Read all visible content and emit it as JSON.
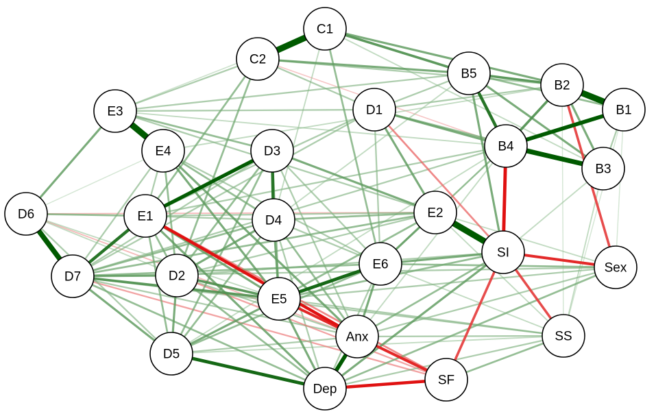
{
  "colors": {
    "positive": "#1b7a1b",
    "positive_strong": "#005a00",
    "negative": "#e01010",
    "node_fill": "#ffffff",
    "node_stroke": "#000000"
  },
  "nodes": [
    {
      "id": "C1",
      "label": "C1"
    },
    {
      "id": "C2",
      "label": "C2"
    },
    {
      "id": "B5",
      "label": "B5"
    },
    {
      "id": "B2",
      "label": "B2"
    },
    {
      "id": "B1",
      "label": "B1"
    },
    {
      "id": "E3",
      "label": "E3"
    },
    {
      "id": "D1",
      "label": "D1"
    },
    {
      "id": "E4",
      "label": "E4"
    },
    {
      "id": "D3",
      "label": "D3"
    },
    {
      "id": "B4",
      "label": "B4"
    },
    {
      "id": "B3",
      "label": "B3"
    },
    {
      "id": "D6",
      "label": "D6"
    },
    {
      "id": "E1",
      "label": "E1"
    },
    {
      "id": "D4",
      "label": "D4"
    },
    {
      "id": "E2",
      "label": "E2"
    },
    {
      "id": "SI",
      "label": "SI"
    },
    {
      "id": "D7",
      "label": "D7"
    },
    {
      "id": "D2",
      "label": "D2"
    },
    {
      "id": "E6",
      "label": "E6"
    },
    {
      "id": "Sex",
      "label": "Sex"
    },
    {
      "id": "E5",
      "label": "E5"
    },
    {
      "id": "Anx",
      "label": "Anx"
    },
    {
      "id": "SS",
      "label": "SS"
    },
    {
      "id": "D5",
      "label": "D5"
    },
    {
      "id": "SF",
      "label": "SF"
    },
    {
      "id": "Dep",
      "label": "Dep"
    }
  ],
  "edges": [
    {
      "source": "C1",
      "target": "C2",
      "weight": 1.0,
      "sign": "+"
    },
    {
      "source": "B2",
      "target": "B1",
      "weight": 1.0,
      "sign": "+"
    },
    {
      "source": "E3",
      "target": "E4",
      "weight": 1.0,
      "sign": "+"
    },
    {
      "source": "E2",
      "target": "SI",
      "weight": 1.0,
      "sign": "+"
    },
    {
      "source": "D6",
      "target": "D7",
      "weight": 0.8,
      "sign": "+"
    },
    {
      "source": "B4",
      "target": "B3",
      "weight": 0.75,
      "sign": "+"
    },
    {
      "source": "B4",
      "target": "B1",
      "weight": 0.6,
      "sign": "+"
    },
    {
      "source": "Anx",
      "target": "Dep",
      "weight": 0.6,
      "sign": "+"
    },
    {
      "source": "D3",
      "target": "E1",
      "weight": 0.55,
      "sign": "+"
    },
    {
      "source": "E1",
      "target": "D7",
      "weight": 0.45,
      "sign": "+"
    },
    {
      "source": "E5",
      "target": "E6",
      "weight": 0.5,
      "sign": "+"
    },
    {
      "source": "D5",
      "target": "Dep",
      "weight": 0.5,
      "sign": "+"
    },
    {
      "source": "D3",
      "target": "D4",
      "weight": 0.45,
      "sign": "+"
    },
    {
      "source": "B5",
      "target": "B4",
      "weight": 0.45,
      "sign": "+"
    },
    {
      "source": "B4",
      "target": "SI",
      "weight": 0.5,
      "sign": "-"
    },
    {
      "source": "E1",
      "target": "Anx",
      "weight": 0.45,
      "sign": "-"
    },
    {
      "source": "Dep",
      "target": "SF",
      "weight": 0.45,
      "sign": "-"
    },
    {
      "source": "SI",
      "target": "Sex",
      "weight": 0.4,
      "sign": "-"
    },
    {
      "source": "B2",
      "target": "Sex",
      "weight": 0.35,
      "sign": "-"
    },
    {
      "source": "SI",
      "target": "SF",
      "weight": 0.35,
      "sign": "-"
    },
    {
      "source": "SI",
      "target": "SS",
      "weight": 0.35,
      "sign": "-"
    },
    {
      "source": "E5",
      "target": "SF",
      "weight": 0.4,
      "sign": "-"
    },
    {
      "source": "Anx",
      "target": "SF",
      "weight": 0.35,
      "sign": "-"
    },
    {
      "source": "D1",
      "target": "SI",
      "weight": 0.25,
      "sign": "-"
    },
    {
      "source": "D7",
      "target": "SF",
      "weight": 0.2,
      "sign": "-"
    },
    {
      "source": "D6",
      "target": "Anx",
      "weight": 0.15,
      "sign": "-"
    },
    {
      "source": "C2",
      "target": "B4",
      "weight": 0.12,
      "sign": "-"
    },
    {
      "source": "C1",
      "target": "B5",
      "weight": 0.35,
      "sign": "+"
    },
    {
      "source": "C1",
      "target": "B2",
      "weight": 0.3,
      "sign": "+"
    },
    {
      "source": "C2",
      "target": "B5",
      "weight": 0.3,
      "sign": "+"
    },
    {
      "source": "C2",
      "target": "E3",
      "weight": 0.2,
      "sign": "+"
    },
    {
      "source": "C2",
      "target": "D2",
      "weight": 0.25,
      "sign": "+"
    },
    {
      "source": "C2",
      "target": "E1",
      "weight": 0.25,
      "sign": "+"
    },
    {
      "source": "C1",
      "target": "E6",
      "weight": 0.25,
      "sign": "+"
    },
    {
      "source": "C1",
      "target": "D4",
      "weight": 0.15,
      "sign": "+"
    },
    {
      "source": "C1",
      "target": "B3",
      "weight": 0.15,
      "sign": "+"
    },
    {
      "source": "C2",
      "target": "D1",
      "weight": 0.2,
      "sign": "+"
    },
    {
      "source": "B5",
      "target": "B2",
      "weight": 0.35,
      "sign": "+"
    },
    {
      "source": "B5",
      "target": "B3",
      "weight": 0.3,
      "sign": "+"
    },
    {
      "source": "B5",
      "target": "B1",
      "weight": 0.25,
      "sign": "+"
    },
    {
      "source": "B5",
      "target": "SI",
      "weight": 0.3,
      "sign": "+"
    },
    {
      "source": "B5",
      "target": "D1",
      "weight": 0.2,
      "sign": "+"
    },
    {
      "source": "B5",
      "target": "D4",
      "weight": 0.15,
      "sign": "+"
    },
    {
      "source": "B2",
      "target": "B4",
      "weight": 0.35,
      "sign": "+"
    },
    {
      "source": "B2",
      "target": "B3",
      "weight": 0.3,
      "sign": "+"
    },
    {
      "source": "B1",
      "target": "B3",
      "weight": 0.2,
      "sign": "+"
    },
    {
      "source": "B3",
      "target": "D1",
      "weight": 0.25,
      "sign": "+"
    },
    {
      "source": "B4",
      "target": "D1",
      "weight": 0.3,
      "sign": "+"
    },
    {
      "source": "B4",
      "target": "E2",
      "weight": 0.2,
      "sign": "+"
    },
    {
      "source": "B4",
      "target": "E1",
      "weight": 0.2,
      "sign": "+"
    },
    {
      "source": "B4",
      "target": "D7",
      "weight": 0.2,
      "sign": "+"
    },
    {
      "source": "B4",
      "target": "E6",
      "weight": 0.2,
      "sign": "+"
    },
    {
      "source": "B4",
      "target": "D5",
      "weight": 0.15,
      "sign": "+"
    },
    {
      "source": "B4",
      "target": "Anx",
      "weight": 0.15,
      "sign": "+"
    },
    {
      "source": "B3",
      "target": "SS",
      "weight": 0.15,
      "sign": "+"
    },
    {
      "source": "D1",
      "target": "E2",
      "weight": 0.3,
      "sign": "+"
    },
    {
      "source": "D1",
      "target": "E1",
      "weight": 0.2,
      "sign": "+"
    },
    {
      "source": "D1",
      "target": "D7",
      "weight": 0.2,
      "sign": "+"
    },
    {
      "source": "D1",
      "target": "E6",
      "weight": 0.2,
      "sign": "+"
    },
    {
      "source": "E3",
      "target": "D6",
      "weight": 0.3,
      "sign": "+"
    },
    {
      "source": "E3",
      "target": "D3",
      "weight": 0.25,
      "sign": "+"
    },
    {
      "source": "E3",
      "target": "D1",
      "weight": 0.2,
      "sign": "+"
    },
    {
      "source": "E3",
      "target": "B5",
      "weight": 0.2,
      "sign": "+"
    },
    {
      "source": "E3",
      "target": "E2",
      "weight": 0.2,
      "sign": "+"
    },
    {
      "source": "E4",
      "target": "D4",
      "weight": 0.25,
      "sign": "+"
    },
    {
      "source": "E4",
      "target": "E5",
      "weight": 0.3,
      "sign": "+"
    },
    {
      "source": "E4",
      "target": "D2",
      "weight": 0.25,
      "sign": "+"
    },
    {
      "source": "E4",
      "target": "Anx",
      "weight": 0.3,
      "sign": "+"
    },
    {
      "source": "E4",
      "target": "E1",
      "weight": 0.2,
      "sign": "+"
    },
    {
      "source": "E4",
      "target": "D7",
      "weight": 0.2,
      "sign": "+"
    },
    {
      "source": "E4",
      "target": "E6",
      "weight": 0.2,
      "sign": "+"
    },
    {
      "source": "E4",
      "target": "D6",
      "weight": 0.1,
      "sign": "+"
    },
    {
      "source": "D3",
      "target": "E2",
      "weight": 0.3,
      "sign": "+"
    },
    {
      "source": "D3",
      "target": "E5",
      "weight": 0.25,
      "sign": "+"
    },
    {
      "source": "D3",
      "target": "D5",
      "weight": 0.25,
      "sign": "+"
    },
    {
      "source": "D3",
      "target": "D2",
      "weight": 0.25,
      "sign": "+"
    },
    {
      "source": "D3",
      "target": "Anx",
      "weight": 0.2,
      "sign": "+"
    },
    {
      "source": "D3",
      "target": "E6",
      "weight": 0.2,
      "sign": "+"
    },
    {
      "source": "D3",
      "target": "D7",
      "weight": 0.2,
      "sign": "+"
    },
    {
      "source": "D6",
      "target": "E1",
      "weight": 0.25,
      "sign": "+"
    },
    {
      "source": "D6",
      "target": "D5",
      "weight": 0.2,
      "sign": "+"
    },
    {
      "source": "D6",
      "target": "E5",
      "weight": 0.15,
      "sign": "+"
    },
    {
      "source": "D6",
      "target": "D2",
      "weight": 0.15,
      "sign": "+"
    },
    {
      "source": "D6",
      "target": "E2",
      "weight": 0.15,
      "sign": "-"
    },
    {
      "source": "E1",
      "target": "D2",
      "weight": 0.25,
      "sign": "+"
    },
    {
      "source": "E1",
      "target": "E5",
      "weight": 0.3,
      "sign": "+"
    },
    {
      "source": "E1",
      "target": "D5",
      "weight": 0.25,
      "sign": "+"
    },
    {
      "source": "E1",
      "target": "Dep",
      "weight": 0.3,
      "sign": "+"
    },
    {
      "source": "E1",
      "target": "E2",
      "weight": 0.2,
      "sign": "+"
    },
    {
      "source": "E1",
      "target": "D4",
      "weight": 0.2,
      "sign": "+"
    },
    {
      "source": "E1",
      "target": "SF",
      "weight": 0.25,
      "sign": "-"
    },
    {
      "source": "D4",
      "target": "E5",
      "weight": 0.3,
      "sign": "+"
    },
    {
      "source": "D4",
      "target": "D2",
      "weight": 0.3,
      "sign": "+"
    },
    {
      "source": "D4",
      "target": "D5",
      "weight": 0.25,
      "sign": "+"
    },
    {
      "source": "D4",
      "target": "D7",
      "weight": 0.25,
      "sign": "+"
    },
    {
      "source": "D4",
      "target": "E2",
      "weight": 0.25,
      "sign": "+"
    },
    {
      "source": "D4",
      "target": "E6",
      "weight": 0.2,
      "sign": "+"
    },
    {
      "source": "D4",
      "target": "Anx",
      "weight": 0.25,
      "sign": "+"
    },
    {
      "source": "D4",
      "target": "Dep",
      "weight": 0.2,
      "sign": "+"
    },
    {
      "source": "E2",
      "target": "E6",
      "weight": 0.3,
      "sign": "+"
    },
    {
      "source": "E2",
      "target": "D7",
      "weight": 0.25,
      "sign": "+"
    },
    {
      "source": "E2",
      "target": "D2",
      "weight": 0.2,
      "sign": "+"
    },
    {
      "source": "E2",
      "target": "E5",
      "weight": 0.25,
      "sign": "+"
    },
    {
      "source": "E2",
      "target": "Sex",
      "weight": 0.15,
      "sign": "+"
    },
    {
      "source": "E2",
      "target": "SS",
      "weight": 0.15,
      "sign": "+"
    },
    {
      "source": "SI",
      "target": "E6",
      "weight": 0.3,
      "sign": "+"
    },
    {
      "source": "SI",
      "target": "E5",
      "weight": 0.25,
      "sign": "+"
    },
    {
      "source": "SI",
      "target": "Dep",
      "weight": 0.3,
      "sign": "+"
    },
    {
      "source": "SI",
      "target": "Anx",
      "weight": 0.25,
      "sign": "+"
    },
    {
      "source": "SI",
      "target": "D2",
      "weight": 0.2,
      "sign": "+"
    },
    {
      "source": "SI",
      "target": "B3",
      "weight": 0.15,
      "sign": "+"
    },
    {
      "source": "D7",
      "target": "D2",
      "weight": 0.3,
      "sign": "+"
    },
    {
      "source": "D7",
      "target": "E5",
      "weight": 0.35,
      "sign": "+"
    },
    {
      "source": "D7",
      "target": "D5",
      "weight": 0.3,
      "sign": "+"
    },
    {
      "source": "D7",
      "target": "Dep",
      "weight": 0.25,
      "sign": "+"
    },
    {
      "source": "D7",
      "target": "E6",
      "weight": 0.25,
      "sign": "+"
    },
    {
      "source": "D7",
      "target": "Anx",
      "weight": 0.2,
      "sign": "+"
    },
    {
      "source": "D7",
      "target": "Sex",
      "weight": 0.2,
      "sign": "+"
    },
    {
      "source": "D7",
      "target": "SS",
      "weight": 0.2,
      "sign": "+"
    },
    {
      "source": "D2",
      "target": "E5",
      "weight": 0.35,
      "sign": "+"
    },
    {
      "source": "D2",
      "target": "D5",
      "weight": 0.3,
      "sign": "+"
    },
    {
      "source": "D2",
      "target": "Dep",
      "weight": 0.25,
      "sign": "+"
    },
    {
      "source": "D2",
      "target": "Anx",
      "weight": 0.2,
      "sign": "+"
    },
    {
      "source": "D2",
      "target": "SF",
      "weight": 0.2,
      "sign": "-"
    },
    {
      "source": "E6",
      "target": "Anx",
      "weight": 0.3,
      "sign": "+"
    },
    {
      "source": "E6",
      "target": "D5",
      "weight": 0.25,
      "sign": "+"
    },
    {
      "source": "E6",
      "target": "Sex",
      "weight": 0.25,
      "sign": "+"
    },
    {
      "source": "E6",
      "target": "Dep",
      "weight": 0.2,
      "sign": "+"
    },
    {
      "source": "E6",
      "target": "SS",
      "weight": 0.15,
      "sign": "+"
    },
    {
      "source": "E5",
      "target": "Anx",
      "weight": 0.3,
      "sign": "+"
    },
    {
      "source": "E5",
      "target": "Dep",
      "weight": 0.3,
      "sign": "+"
    },
    {
      "source": "E5",
      "target": "D5",
      "weight": 0.3,
      "sign": "+"
    },
    {
      "source": "E5",
      "target": "Sex",
      "weight": 0.2,
      "sign": "+"
    },
    {
      "source": "E5",
      "target": "SS",
      "weight": 0.2,
      "sign": "+"
    },
    {
      "source": "Anx",
      "target": "D5",
      "weight": 0.2,
      "sign": "+"
    },
    {
      "source": "Anx",
      "target": "SS",
      "weight": 0.2,
      "sign": "+"
    },
    {
      "source": "Anx",
      "target": "Sex",
      "weight": 0.2,
      "sign": "+"
    },
    {
      "source": "Dep",
      "target": "Sex",
      "weight": 0.25,
      "sign": "+"
    },
    {
      "source": "Dep",
      "target": "SS",
      "weight": 0.2,
      "sign": "+"
    },
    {
      "source": "SF",
      "target": "SS",
      "weight": 0.25,
      "sign": "+"
    },
    {
      "source": "D5",
      "target": "SS",
      "weight": 0.15,
      "sign": "+"
    },
    {
      "source": "B1",
      "target": "Sex",
      "weight": 0.1,
      "sign": "+"
    },
    {
      "source": "SI",
      "target": "SS",
      "weight": 0.0,
      "sign": "+"
    },
    {
      "source": "B2",
      "target": "SS",
      "weight": 0.1,
      "sign": "+"
    },
    {
      "source": "B1",
      "target": "SS",
      "weight": 0.1,
      "sign": "+"
    },
    {
      "source": "B2",
      "target": "D1",
      "weight": 0.2,
      "sign": "+"
    },
    {
      "source": "C2",
      "target": "B2",
      "weight": 0.2,
      "sign": "+"
    },
    {
      "source": "C1",
      "target": "E3",
      "weight": 0.12,
      "sign": "+"
    },
    {
      "source": "E3",
      "target": "B4",
      "weight": 0.15,
      "sign": "+"
    },
    {
      "source": "E4",
      "target": "B2",
      "weight": 0.15,
      "sign": "+"
    }
  ]
}
